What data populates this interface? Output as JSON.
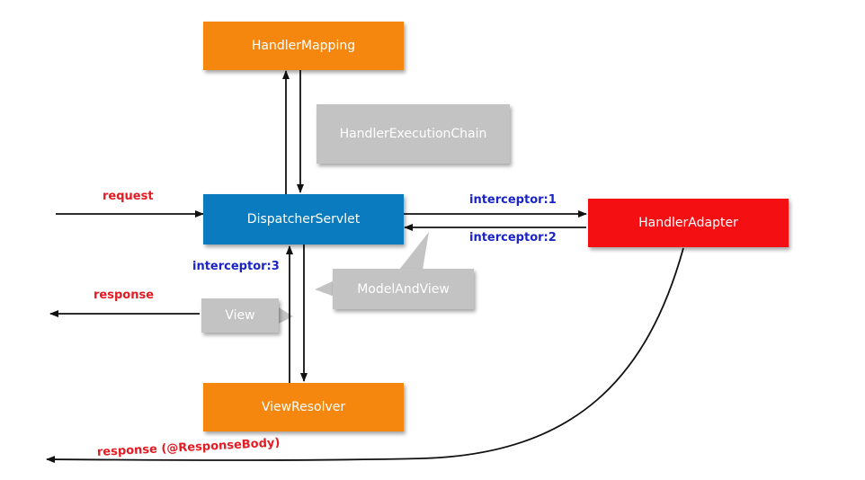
{
  "nodes": {
    "handler_mapping": "HandlerMapping",
    "handler_execution_chain": "HandlerExecutionChain",
    "dispatcher_servlet": "DispatcherServlet",
    "handler_adapter": "HandlerAdapter",
    "model_and_view": "ModelAndView",
    "view": "View",
    "view_resolver": "ViewResolver"
  },
  "labels": {
    "request": "request",
    "response": "response",
    "interceptor_1": "interceptor:1",
    "interceptor_2": "interceptor:2",
    "interceptor_3": "interceptor:3",
    "response_body": "response (@ResponseBody)"
  },
  "colors": {
    "orange": "#f5870f",
    "blue": "#0b7bbf",
    "red": "#f40f13",
    "gray": "#c3c3c3",
    "red_label": "#e31b23",
    "blue_label": "#1a24c8"
  }
}
